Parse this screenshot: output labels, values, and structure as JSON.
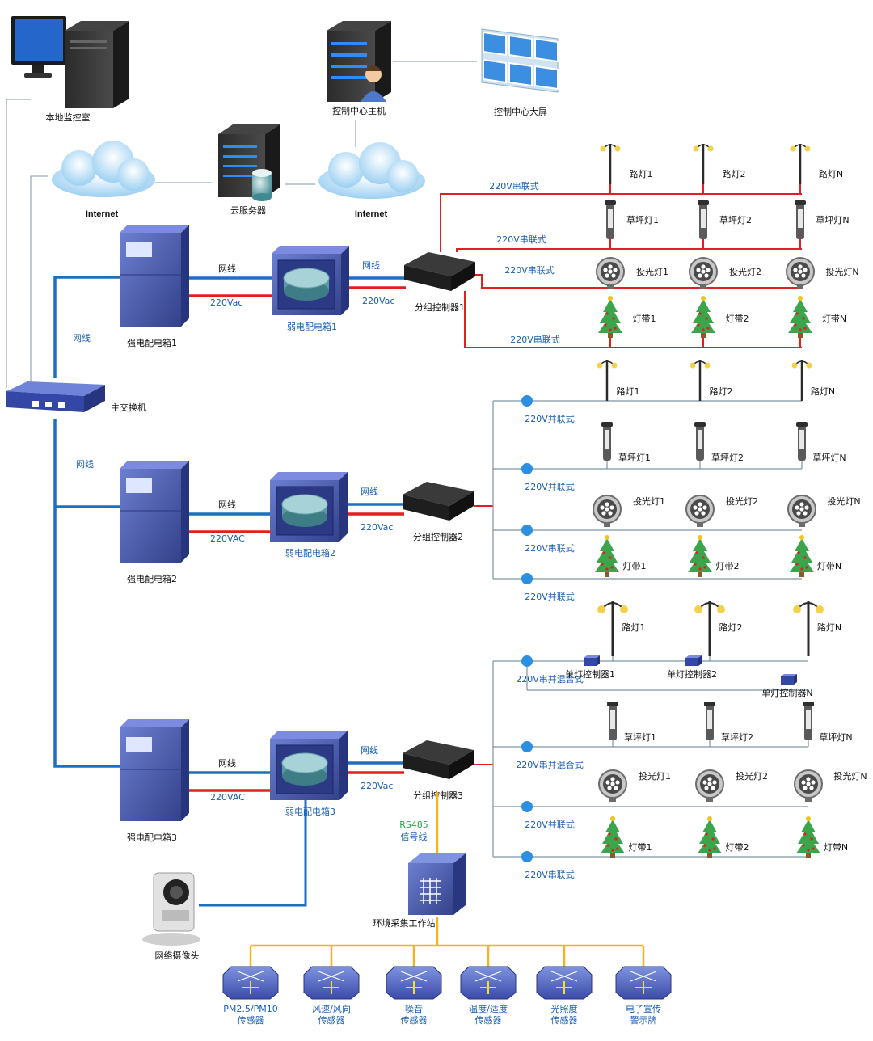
{
  "colors": {
    "net": "#1f6fbf",
    "power": "#e02020",
    "signal": "#f5b51a",
    "thin": "#7d93a8",
    "node": "#2d8fe0"
  },
  "top": {
    "local_monitor": "本地监控室",
    "control_host": "控制中心主机",
    "big_screen": "控制中心大屏",
    "internet_left": "Internet",
    "internet_right": "Internet",
    "cloud_server": "云服务器",
    "main_switch": "主交换机",
    "net_label_1": "网线",
    "net_label_2": "网线"
  },
  "groups": [
    {
      "strong_box": "强电配电箱1",
      "weak_box": "弱电配电箱1",
      "controller": "分组控制器1",
      "net": "网线",
      "power": "220Vac",
      "net2": "网线",
      "power2": "220Vac",
      "rows": [
        {
          "type": "street",
          "labels": [
            "路灯1",
            "路灯2",
            "路灯N"
          ],
          "wiring": "220V串联式"
        },
        {
          "type": "lawn",
          "labels": [
            "草坪灯1",
            "草坪灯2",
            "草坪灯N"
          ],
          "wiring": "220V串联式"
        },
        {
          "type": "flood",
          "labels": [
            "投光灯1",
            "投光灯2",
            "投光灯N"
          ],
          "wiring": "220V串联式"
        },
        {
          "type": "strip",
          "labels": [
            "灯带1",
            "灯带2",
            "灯带N"
          ],
          "wiring": "220V串联式"
        }
      ]
    },
    {
      "strong_box": "强电配电箱2",
      "weak_box": "弱电配电箱2",
      "controller": "分组控制器2",
      "net": "网线",
      "power": "220VAC",
      "net2": "网线",
      "power2": "220Vac",
      "rows": [
        {
          "type": "street",
          "labels": [
            "路灯1",
            "路灯2",
            "路灯N"
          ],
          "wiring": "220V并联式"
        },
        {
          "type": "lawn",
          "labels": [
            "草坪灯1",
            "草坪灯2",
            "草坪灯N"
          ],
          "wiring": "220V并联式"
        },
        {
          "type": "flood",
          "labels": [
            "投光灯1",
            "投光灯2",
            "投光灯N"
          ],
          "wiring": "220V串联式"
        },
        {
          "type": "strip",
          "labels": [
            "灯带1",
            "灯带2",
            "灯带N"
          ],
          "wiring": "220V并联式"
        }
      ]
    },
    {
      "strong_box": "强电配电箱3",
      "weak_box": "弱电配电箱3",
      "controller": "分组控制器3",
      "net": "网线",
      "power": "220VAC",
      "net2": "网线",
      "power2": "220Vac",
      "single_controllers": [
        "单灯控制器1",
        "单灯控制器2",
        "单灯控制器N"
      ],
      "rows": [
        {
          "type": "street",
          "labels": [
            "路灯1",
            "路灯2",
            "路灯N"
          ],
          "wiring": "220V串并混合式"
        },
        {
          "type": "lawn",
          "labels": [
            "草坪灯1",
            "草坪灯2",
            "草坪灯N"
          ],
          "wiring": "220V串并混合式"
        },
        {
          "type": "flood",
          "labels": [
            "投光灯1",
            "投光灯2",
            "投光灯N"
          ],
          "wiring": "220V并联式"
        },
        {
          "type": "strip",
          "labels": [
            "灯带1",
            "灯带2",
            "灯带N"
          ],
          "wiring": "220V串联式"
        }
      ]
    }
  ],
  "rs485": "RS485\n信号线",
  "camera": "网络摄像头",
  "env_station": "环境采集工作站",
  "sensors": [
    "PM2.5/PM10\n传感器",
    "风速/风向\n传感器",
    "噪音\n传感器",
    "温度/适度\n传感器",
    "光照度\n传感器",
    "电子宣传\n警示牌"
  ]
}
